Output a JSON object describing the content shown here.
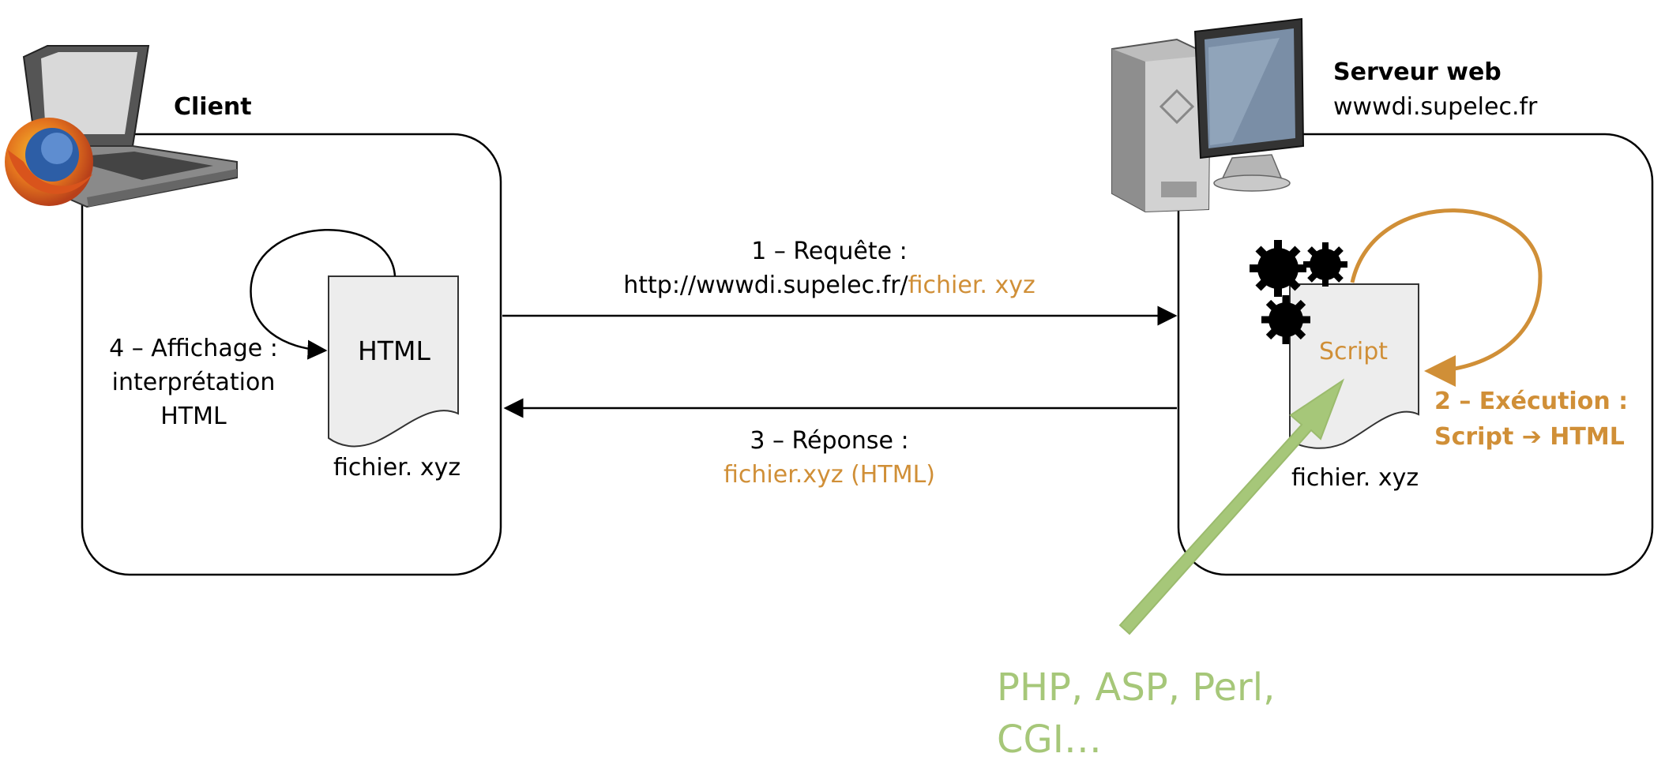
{
  "client": {
    "title": "Client",
    "doc_label": "HTML",
    "file_label": "fichier. xyz",
    "step4": [
      "4 – Affichage :",
      "interprétation",
      "HTML"
    ]
  },
  "server": {
    "title": "Serveur web",
    "host": "wwwdi.supelec.fr",
    "doc_label": "Script",
    "file_label": "fichier. xyz",
    "step2": [
      "2 – Exécution :",
      "Script ➔ HTML"
    ]
  },
  "request": {
    "label": "1 – Requête :",
    "url_prefix": "http://wwwdi.supelec.fr/",
    "url_file": "fichier. xyz"
  },
  "response": {
    "label": "3 – Réponse :",
    "content": "fichier.xyz (HTML)"
  },
  "languages": [
    "PHP, ASP, Perl,",
    "CGI…"
  ],
  "colors": {
    "accent_orange": "#D08F37",
    "accent_green": "#A6C779",
    "doc_fill": "#EDEDED"
  },
  "icons": [
    "laptop-icon",
    "firefox-icon",
    "server-tower-icon",
    "monitor-icon",
    "gears-icon"
  ]
}
